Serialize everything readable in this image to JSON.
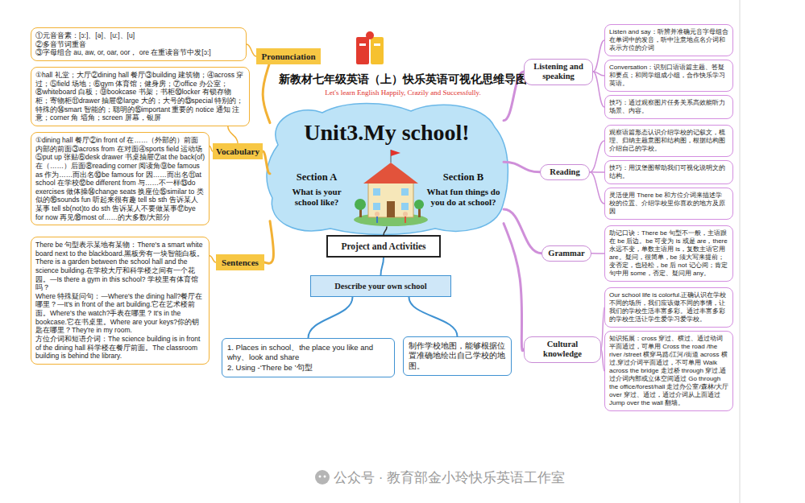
{
  "diagram": {
    "title": "新教材七年级英语（上）快乐英语可视化思维导图",
    "nodes": [
      {
        "text": [
          "Unit3.My school!"
        ]
      },
      {
        "text": [
          "Section A",
          "What is your school like?"
        ],
        "in": 0
      },
      {
        "text": [
          "Section B",
          "What fun things do you do at school?"
        ],
        "in": 0
      },
      {
        "text": [
          "Project and Activities"
        ]
      },
      {
        "text": [
          "Describe your own school"
        ]
      },
      {
        "text": [
          "1. Places in school、the place you like and why、look and share",
          "2. Using -‘There be ’句型"
        ]
      },
      {
        "text": [
          "制作学校地图，能够根据位置准确地绘出自己学校的地图。"
        ]
      },
      {
        "text": [
          "Pronunciation"
        ]
      },
      {
        "text": [
          "①元音音素：[ɔ:]、[ə]、[u:]、[u]",
          "②多音节词重音",
          "③字母组合 au, aw, or, oar, oor， ore 在重读音节中发[ɔ:]"
        ]
      },
      {
        "text": [
          "Vocabulary"
        ]
      },
      {
        "text": [
          "①hall 礼堂；大厅②dining hall 餐厅③building 建筑物；④across 穿过；⑤field 场地；⑥gym 体育馆；健身房；⑦office 办公室；⑧whiteboard 白板；⑨bookcase 书架；书柜⑩locker 有锁存物柜；寄物柜⑪drawer 抽屉⑫large 大的；大号的⑬special 特别的；特殊的⑭smart 智能的；聪明的⑮important 重要的 notice 通知 注意；corner 角 墙角；screen 屏幕，银屏"
        ]
      },
      {
        "text": [
          "①dining hall 餐厅②in front of 在……（外部的）前面内部的前面③across from 在对面④sports field 运动场⑤put up 张贴⑥desk drawer 书桌抽屉⑦at the back(of)在（……）后面⑧reading corner 阅读角⑨be famous as 作为……而出名⑩be famous for 因……而出名⑪at school 在学校⑫be different from 与……不一样⑬do exercises 做体操⑭change seats 换座位⑮similar to 类似的⑯sounds fun 听起来很有趣 tell sb sth 告诉某人某事 tell sb(not)to do sth 告诉某人不要做某事⑰bye for now 再见⑱most of……的大多数/大部分"
        ]
      },
      {
        "text": [
          "Sentences"
        ]
      },
      {
        "text": [
          "There be 句型表示某地有某物：There's a smart white board next to the blackboard.黑板旁有一块智能白板。There is a garden between the school hall and the science building.在学校大厅和科学楼之间有一个花园。—Is there a gym in this school? 学校里有体育馆吗？",
          "Where 特殊疑问句：—Where's the dining hall?餐厅在哪里？—It's in front of the art building.它在艺术楼前面。Where's the watch?手表在哪里？It's in the bookcase.它在书桌里。Where are your keys?你的钥匙在哪里？They're in my room.",
          "方位介词和短语介词：The science building is in front of the dining hall 科学楼在餐厅前面。The classroom building is behind the library."
        ]
      },
      {
        "text": [
          "Listening and speaking"
        ]
      },
      {
        "text": [
          "Listen and say：听辨并准确元音字母组合在单词中的发音，听中注意地点名介词和表示方位的介词"
        ]
      },
      {
        "text": [
          "Conversation：识别口语语篇主题、答疑和要点；和同学组成小组，合作快乐学习英语。"
        ]
      },
      {
        "text": [
          "技巧：通过观察图片任务关系高效能听力场景、内容。"
        ]
      },
      {
        "text": [
          "Reading"
        ]
      },
      {
        "text": [
          "观察语篇形态认识介绍学校的记叙文，梳理、归纳主题意图和结构图，根据结构图介绍自己的学校。"
        ]
      },
      {
        "text": [
          "技巧：用汉堡图帮助我们可视化说明文的结构。"
        ]
      },
      {
        "text": [
          "灵活使用 There be 和方位介词来描述学校的位置、介绍学校里你喜欢的地方及原因"
        ]
      },
      {
        "text": [
          "Grammar"
        ]
      },
      {
        "text": [
          "助记口诀：There be 句型不一般，主语跟在 be 后边。be 可变为 is 或是 are，there 永远不变，单数主语用 is，复数主语它用 are。疑问，很简单，be 须大写来提前；变否定，也轻松，be 后 not 记心间；肯定句中用 some，否定、疑问用 any。"
        ]
      },
      {
        "text": [
          "Cultural knowledge"
        ]
      },
      {
        "text": [
          "Our school life is colorful.正确认识在学校不同的场所，我们应该做不同的事情，让我们的学校生活丰富多彩。通过丰富多彩的学校生活让学生爱学习爱学校。"
        ]
      },
      {
        "text": [
          "知识拓展：cross 穿过、横过、通过动词平面通过，可单用 Cross the road /the river /street 横穿马路/江河/街道 across 横过,穿过介词平面通过，不可单用 Walk across the bridge 走过桥 through 穿过,通过介词内部或立体空间通过 Go through the office/forest/hall 走过办公室/森林/大厅 over 穿过、通过，通过介词从上面通过 Jump over the wall 翻墙。"
        ]
      }
    ],
    "edges": [
      {
        "from": 0,
        "to": 7,
        "arrow": "none"
      },
      {
        "from": 7,
        "to": 8,
        "arrow": "none"
      },
      {
        "from": 0,
        "to": 9,
        "arrow": "none"
      },
      {
        "from": 9,
        "to": 10,
        "arrow": "none"
      },
      {
        "from": 9,
        "to": 11,
        "arrow": "none"
      },
      {
        "from": 0,
        "to": 12,
        "arrow": "none"
      },
      {
        "from": 12,
        "to": 13,
        "arrow": "none"
      },
      {
        "from": 0,
        "to": 3,
        "arrow": "none"
      },
      {
        "from": 3,
        "to": 4,
        "arrow": "none"
      },
      {
        "from": 4,
        "to": 5,
        "arrow": "none"
      },
      {
        "from": 4,
        "to": 6,
        "arrow": "none"
      },
      {
        "from": 0,
        "to": 14,
        "arrow": "none"
      },
      {
        "from": 14,
        "to": 15,
        "arrow": "none"
      },
      {
        "from": 14,
        "to": 16,
        "arrow": "none"
      },
      {
        "from": 14,
        "to": 17,
        "arrow": "none"
      },
      {
        "from": 0,
        "to": 18,
        "arrow": "none"
      },
      {
        "from": 18,
        "to": 19,
        "arrow": "none"
      },
      {
        "from": 18,
        "to": 20,
        "arrow": "none"
      },
      {
        "from": 18,
        "to": 21,
        "arrow": "none"
      },
      {
        "from": 0,
        "to": 22,
        "arrow": "none"
      },
      {
        "from": 22,
        "to": 23,
        "arrow": "none"
      },
      {
        "from": 0,
        "to": 24,
        "arrow": "none"
      },
      {
        "from": 24,
        "to": 25,
        "arrow": "none"
      },
      {
        "from": 24,
        "to": 26,
        "arrow": "none"
      }
    ],
    "labels": [
      "Let's learn English Happily, Crazily and Successfully.",
      "公众号 · 教育部金小玲快乐英语工作室"
    ]
  }
}
